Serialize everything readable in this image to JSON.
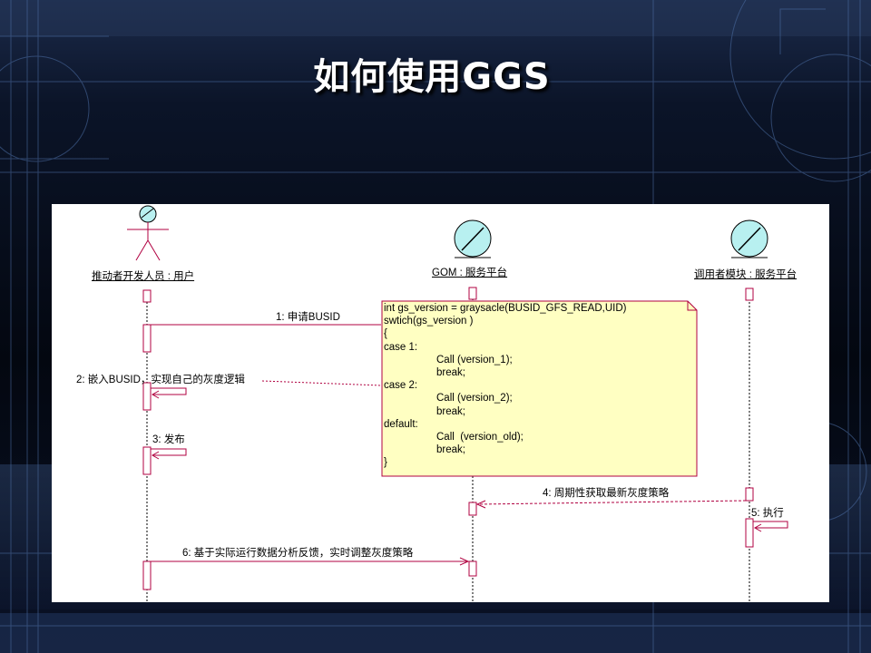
{
  "slide": {
    "title": "如何使用GGS"
  },
  "colors": {
    "lifeline_red": "#b00040",
    "note_fill": "#ffffc2",
    "actor_fill": "#b8f0f0"
  },
  "diagram": {
    "participants": [
      {
        "name": "推动者开发人员 : 用户",
        "kind": "actor"
      },
      {
        "name": "GOM : 服务平台",
        "kind": "boundary"
      },
      {
        "name": "调用者模块 : 服务平台",
        "kind": "boundary"
      }
    ],
    "messages": [
      {
        "label": "1: 申请BUSID"
      },
      {
        "label": "2: 嵌入BUSID，实现自己的灰度逻辑"
      },
      {
        "label": "3: 发布"
      },
      {
        "label": "4: 周期性获取最新灰度策略"
      },
      {
        "label": "5: 执行"
      },
      {
        "label": "6: 基于实际运行数据分析反馈，实时调整灰度策略"
      }
    ],
    "note": {
      "lines": [
        "int gs_version = graysacle(BUSID_GFS_READ,UID)",
        "swtich(gs_version )",
        "{",
        "case 1:",
        "Call (version_1);",
        "break;",
        "case 2:",
        "Call (version_2);",
        "break;",
        "default:",
        "Call  (version_old);",
        "break;",
        "}"
      ]
    }
  }
}
